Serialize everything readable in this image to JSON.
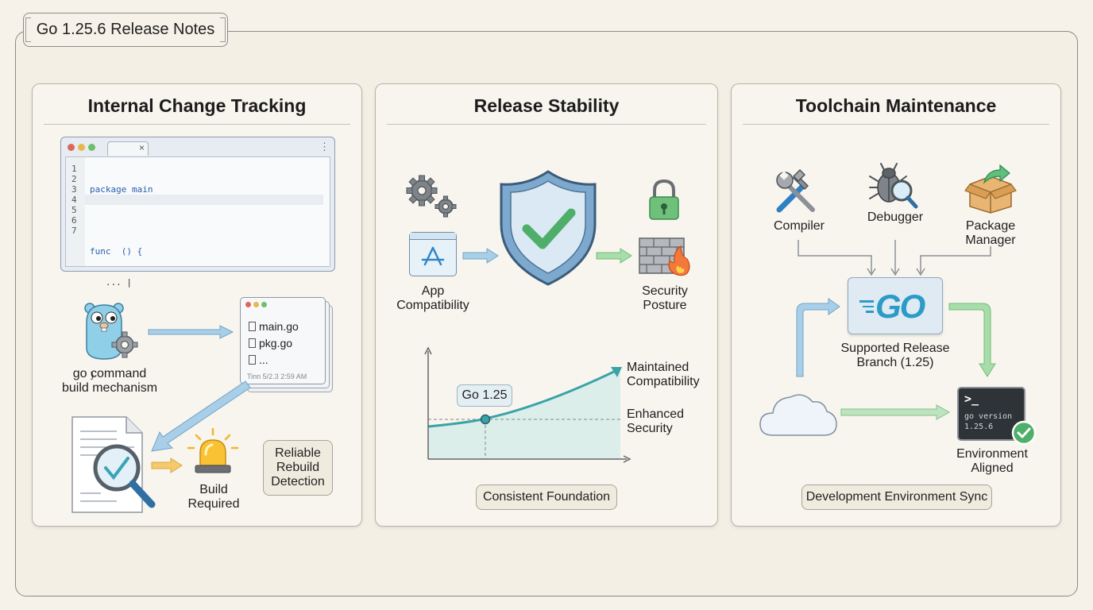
{
  "page": {
    "title": "Go 1.25.6 Release Notes"
  },
  "panel1": {
    "title": "Internal Change Tracking",
    "code": {
      "tab_close": "×",
      "menu": "⋮",
      "line_numbers": [
        "1",
        "2",
        "3",
        "4",
        "5",
        "6",
        "7"
      ],
      "lines": [
        "package main",
        "",
        "func  () {",
        "   ... |",
        "",
        "   ...",
        "}"
      ]
    },
    "gopher_label": [
      "go command",
      "build mechanism"
    ],
    "files": [
      "main.go",
      "pkg.go",
      "..."
    ],
    "file_timestamp": "Tinn 5/2.3 2:59 AM",
    "alarm_label": [
      "Build",
      "Required"
    ],
    "reliable_box": [
      "Reliable",
      "Rebuild",
      "Detection"
    ]
  },
  "panel2": {
    "title": "Release Stability",
    "app_label": [
      "App",
      "Compatibility"
    ],
    "security_label": [
      "Security",
      "Posture"
    ],
    "chart_marker": "Go 1.25",
    "legend_top": [
      "Maintained",
      "Compatibility"
    ],
    "legend_bottom": [
      "Enhanced",
      "Security"
    ],
    "footer": "Consistent Foundation"
  },
  "panel3": {
    "title": "Toolchain Maintenance",
    "tools": {
      "compiler": "Compiler",
      "debugger": "Debugger",
      "package_manager": [
        "Package",
        "Manager"
      ]
    },
    "go_logo": "GO",
    "branch_label": [
      "Supported Release",
      "Branch (1.25)"
    ],
    "terminal": {
      "prompt": ">_",
      "cmd": "go version",
      "out": "1.25.6"
    },
    "env_label": [
      "Environment",
      "Aligned"
    ],
    "footer": "Development Environment Sync"
  },
  "colors": {
    "blue_arrow": "#7fb6dc",
    "green_arrow": "#8fcf95",
    "go_blue": "#2b9bc8",
    "shield_green": "#4fae6a",
    "chart_teal": "#3aa3a8"
  }
}
